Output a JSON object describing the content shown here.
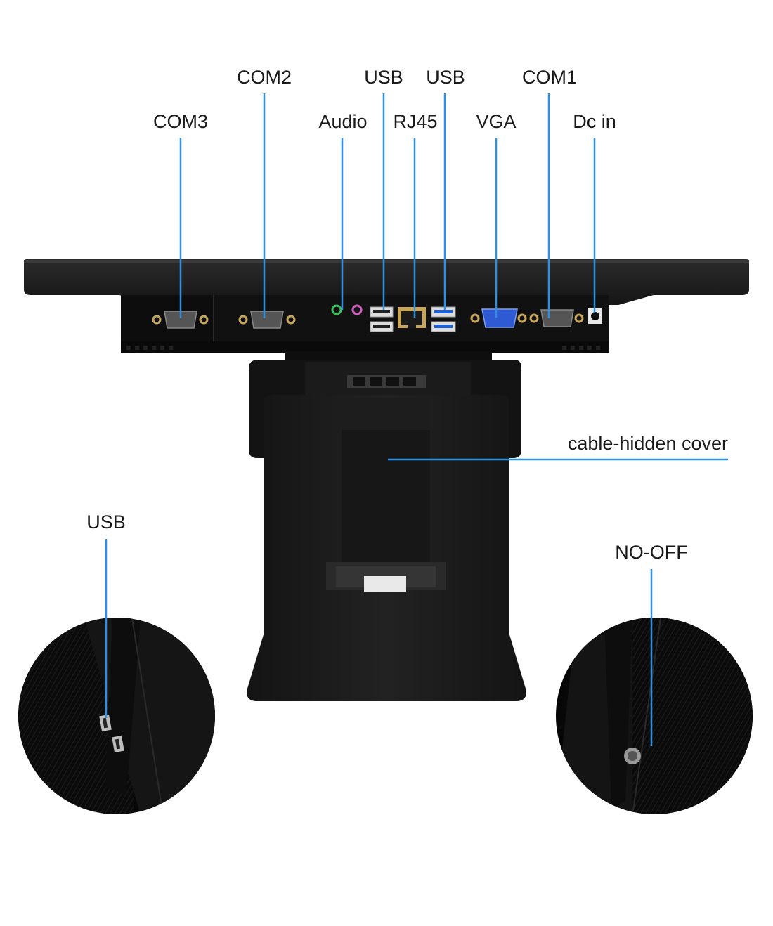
{
  "labels": {
    "com3": "COM3",
    "com2": "COM2",
    "audio": "Audio",
    "usb_top_1": "USB",
    "rj45": "RJ45",
    "usb_top_2": "USB",
    "vga": "VGA",
    "com1": "COM1",
    "dc_in": "Dc in",
    "cable_cover": "cable-hidden cover",
    "usb_side": "USB",
    "power": "NO-OFF"
  },
  "colors": {
    "leader_line": "#2f8fe0",
    "device_body": "#121212",
    "port_gold": "#c9a75a",
    "vga_blue": "#2e5bd4",
    "audio_green": "#3bbf5a",
    "audio_pink": "#d05fc0",
    "usb3_blue": "#1f5fd0"
  },
  "icons": [
    "db9-serial-port-icon",
    "vga-port-icon",
    "rj45-port-icon",
    "usb-port-icon",
    "audio-jack-icon",
    "dc-jack-icon",
    "power-button-icon"
  ]
}
